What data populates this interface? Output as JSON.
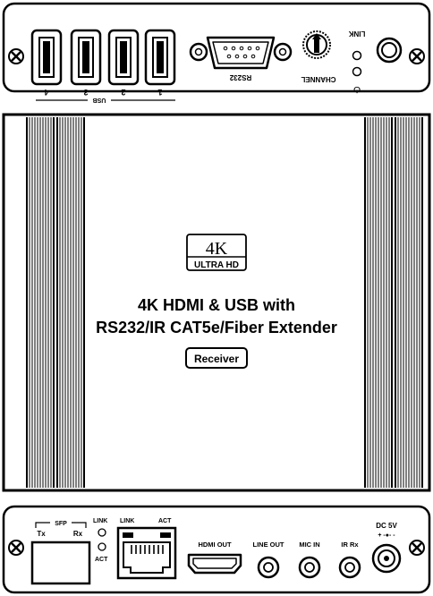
{
  "top_panel": {
    "usb_group_label": "USB",
    "usb_ports": [
      "4",
      "3",
      "2",
      "1"
    ],
    "rs232_label": "RS232",
    "channel_label": "CHANNEL",
    "link_label": "LINK",
    "power_symbol": "⏻"
  },
  "body": {
    "logo_4k": "4K",
    "logo_ultra_hd": "ULTRA HD",
    "title_line1": "4K HDMI & USB with",
    "title_line2": "RS232/IR CAT5e/Fiber Extender",
    "role_badge": "Receiver"
  },
  "bottom_panel": {
    "sfp_label": "SFP",
    "tx_label": "Tx",
    "rx_label": "Rx",
    "sfp_link_label": "LINK",
    "sfp_act_label": "ACT",
    "rj45_link_label": "LINK",
    "rj45_act_label": "ACT",
    "hdmi_out_label": "HDMI OUT",
    "line_out_label": "LINE OUT",
    "mic_in_label": "MIC IN",
    "ir_rx_label": "IR Rx",
    "dc_label": "DC 5V",
    "polarity_label": "+ -●- -"
  },
  "colors": {
    "line": "#000000",
    "background": "#ffffff"
  }
}
